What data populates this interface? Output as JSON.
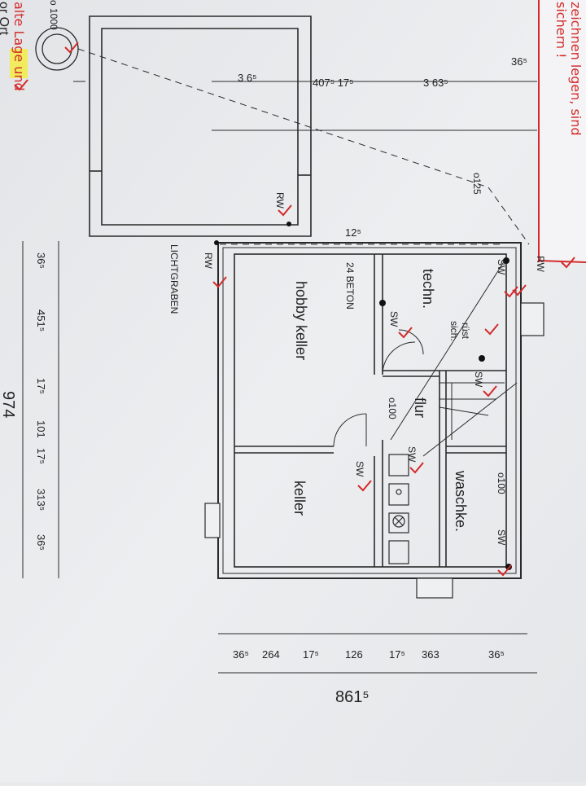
{
  "rooms": {
    "techn": "techn.",
    "hobby": "hobby keller",
    "flur": "flur",
    "waschke": "waschke.",
    "keller": "keller"
  },
  "labels": {
    "ruest": "rüst",
    "sich": "sich.",
    "beton": "24 BETON",
    "lichtgraben": "LICHTGRABEN",
    "sw": "SW",
    "rw": "RW",
    "o100": "o100",
    "o125": "o125",
    "o1000": "o 1000"
  },
  "dims_top_right": [
    "36⁵",
    "264",
    "17⁵",
    "126",
    "17⁵",
    "363",
    "36⁵"
  ],
  "dim_total_right": "861⁵",
  "dims_left": [
    "36⁵",
    "451⁵",
    "17⁵",
    "101",
    "17⁵",
    "313⁵",
    "36⁵"
  ],
  "dim_total_left": "974",
  "dims_top": [
    "3 6⁵",
    "407⁵ 17⁵",
    "3 63⁵",
    "36⁵",
    "12⁵"
  ],
  "red_notes": {
    "note1": "zeichnen legen, sind",
    "note2": "sichern !",
    "note3": "alte Lage und",
    "note4": "or Ort"
  },
  "colors": {
    "red": "#d42a2a",
    "line": "#2a2a2a",
    "paper": "#eceef0",
    "highlight": "#f2ee3a"
  }
}
